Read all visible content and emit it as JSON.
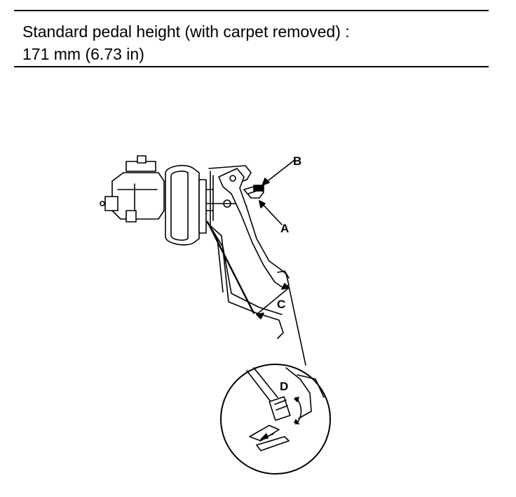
{
  "spec": {
    "line1": "Standard pedal height (with carpet removed) :",
    "line2": "171 mm (6.73 in)"
  },
  "labels": {
    "a": "A",
    "b": "B",
    "c": "C",
    "d": "D"
  }
}
